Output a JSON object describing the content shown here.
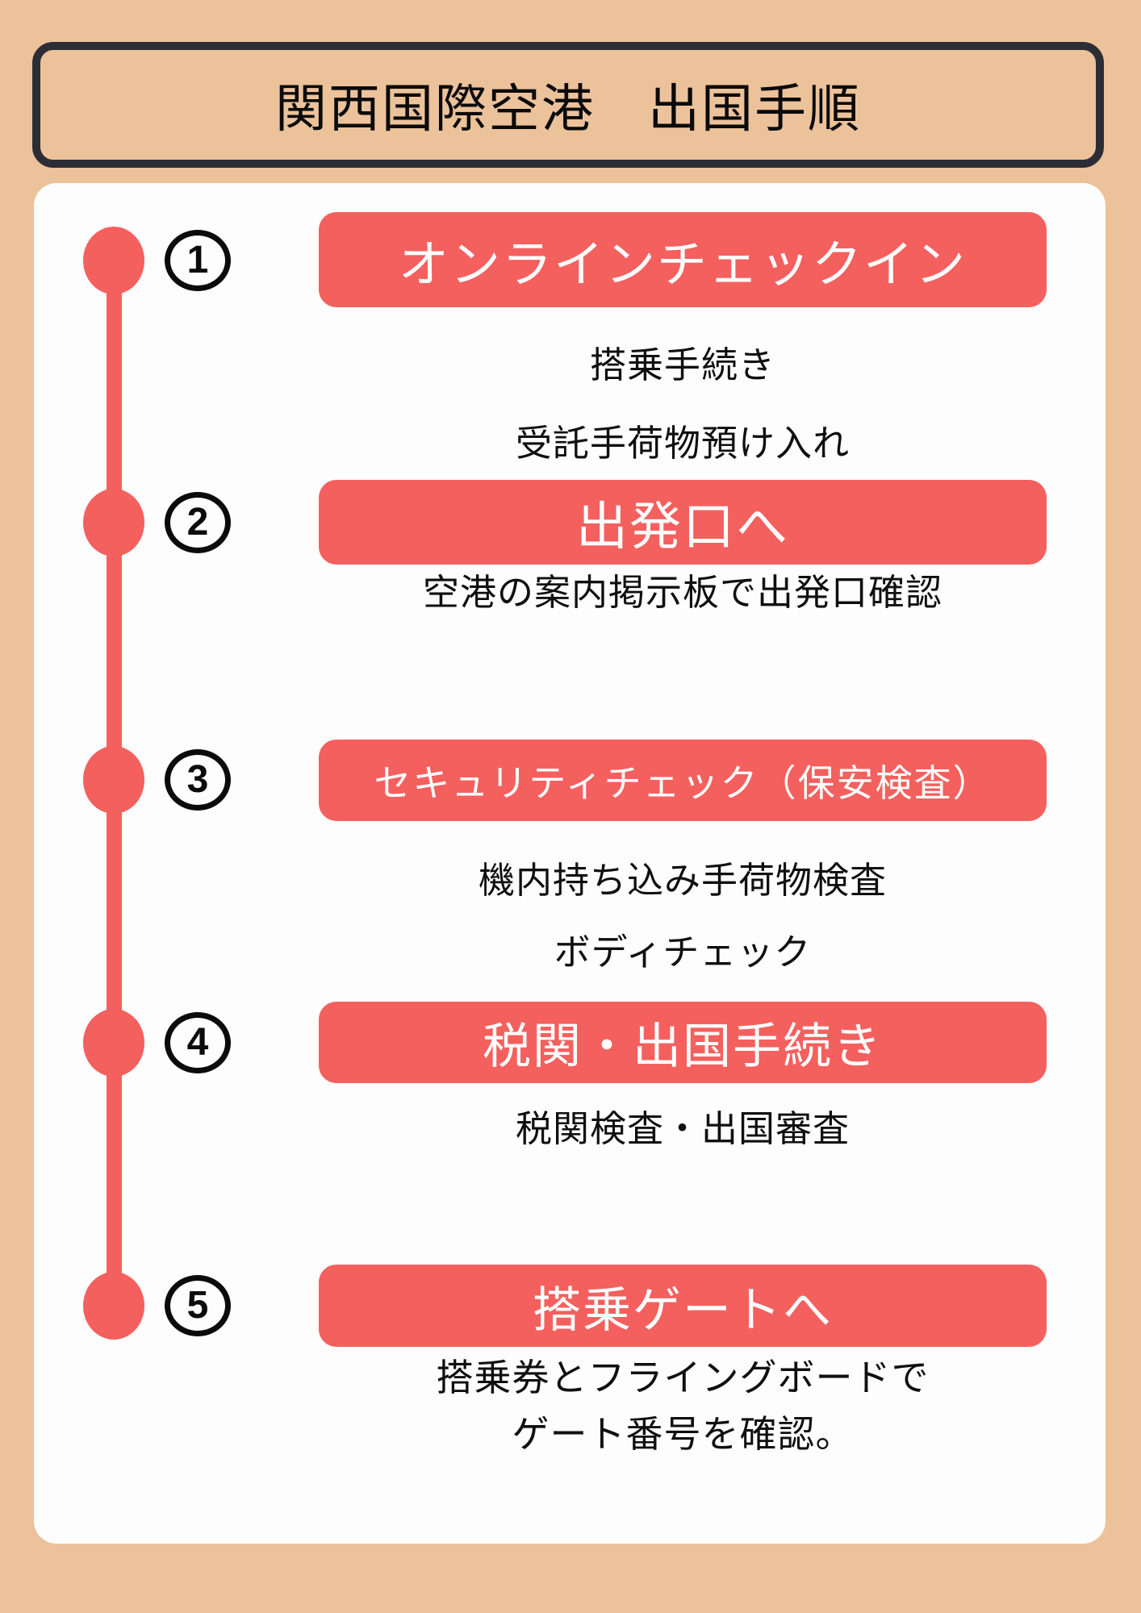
{
  "title": {
    "text": "関西国際空港　出国手順"
  },
  "steps": [
    {
      "number": "1",
      "label": "オンラインチェックイン",
      "captions": [
        "搭乗手続き",
        "受託手荷物預け入れ"
      ]
    },
    {
      "number": "2",
      "label": "出発口へ",
      "captions": [
        "空港の案内掲示板で出発口確認"
      ]
    },
    {
      "number": "3",
      "label": "セキュリティチェック（保安検査）",
      "captions": [
        "機内持ち込み手荷物検査",
        "ボディチェック"
      ]
    },
    {
      "number": "4",
      "label": "税関・出国手続き",
      "captions": [
        "税関検査・出国審査"
      ]
    },
    {
      "number": "5",
      "label": "搭乗ゲートへ",
      "captions": [
        "搭乗券とフライングボードで",
        "ゲート番号を確認。"
      ]
    }
  ],
  "colors": {
    "background_peach": "#ecc29b",
    "accent_red": "#f4605e",
    "panel_white": "#fdfdfd",
    "border_dark": "#2d2e35",
    "text_black": "#0f0f0f",
    "banner_text_white": "#ffffff"
  }
}
